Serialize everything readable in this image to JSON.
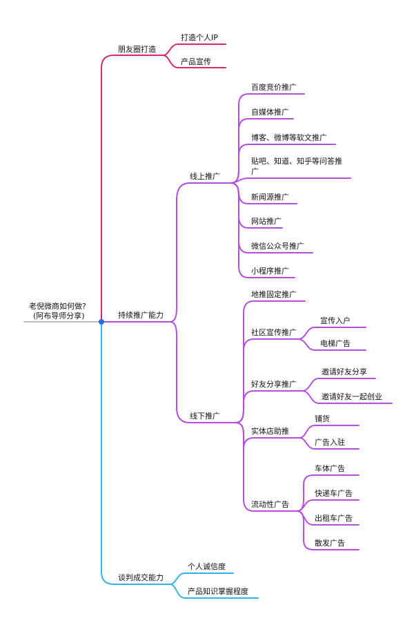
{
  "colors": {
    "root": "#bdbdbd",
    "pink": "#d4296e",
    "purple": "#b44ee0",
    "blue": "#33b3ee",
    "dot": "#1e6fe6"
  },
  "root": {
    "line1": "老倪微商如何做?",
    "line2": "(阿布导师分享)"
  },
  "branches": {
    "pengyouquan": {
      "label": "朋友圈打造",
      "items": [
        "打造个人IP",
        "产品宣传"
      ]
    },
    "chixu": {
      "label": "持续推广能力",
      "online": {
        "label": "线上推广",
        "items": [
          "百度竞价推广",
          "自媒体推广",
          "博客、微博等软文推广",
          "贴吧、知道、知乎等问答推",
          "广",
          "新闻源推广",
          "网站推广",
          "微信公众号推广",
          "小程序推广"
        ]
      },
      "offline": {
        "label": "线下推广",
        "items": [
          "地推固定推广",
          "社区宣传推广",
          "好友分享推广",
          "实体店助推",
          "流动性广告"
        ],
        "shequ": [
          "宣传入户",
          "电梯广告"
        ],
        "haoyou": [
          "邀请好友分享",
          "邀请好友一起创业"
        ],
        "shiti": [
          "铺货",
          "广告入驻"
        ],
        "liudong": [
          "车体广告",
          "快递车广告",
          "出租车广告",
          "散发广告"
        ]
      }
    },
    "tanpan": {
      "label": "谈判成交能力",
      "items": [
        "个人诚信度",
        "产品知识掌握程度"
      ]
    }
  }
}
